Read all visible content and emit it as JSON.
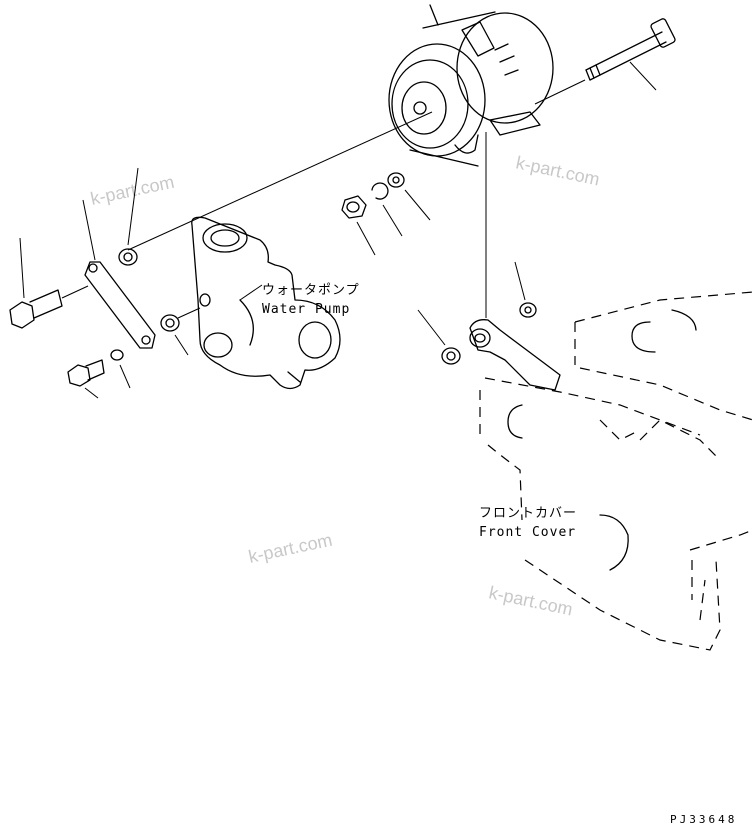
{
  "labels": {
    "water_pump_jp": "ウォータポンプ",
    "water_pump_en": "Water Pump",
    "front_cover_jp": "フロントカバー",
    "front_cover_en": "Front Cover"
  },
  "watermarks": [
    "k-part.com",
    "k-part.com",
    "k-part.com",
    "k-part.com"
  ],
  "drawing_code": "PJ33648"
}
